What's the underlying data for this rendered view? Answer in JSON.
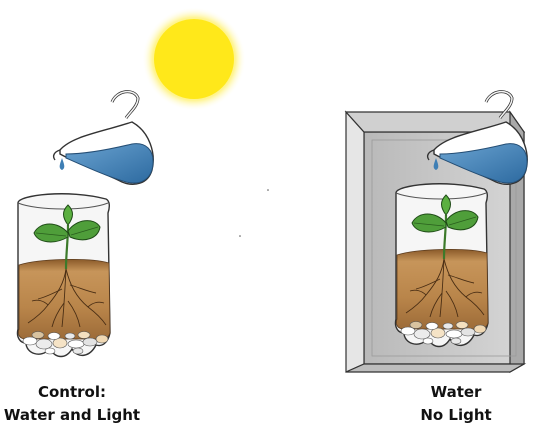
{
  "panels": {
    "control": {
      "title": "Control:",
      "subtitle": "Water and Light"
    },
    "experiment": {
      "title": "Water",
      "subtitle": "No Light"
    }
  },
  "icons": {
    "sun": "sun-icon",
    "pitcher": "pitcher-icon",
    "plant": "plant-icon",
    "box": "box-icon"
  },
  "colors": {
    "sun": "#ffe81a",
    "water": "#3f7fb5",
    "soil": "#b98a4e",
    "leaf": "#4f9e3a",
    "box": "#c8c8c8"
  }
}
